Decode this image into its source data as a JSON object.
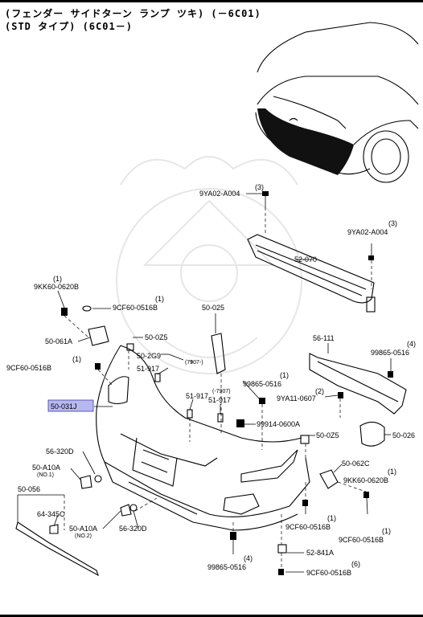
{
  "header": {
    "line1": "(フェンダー サイドターン ランプ ツキ) (－6C01)",
    "line2": "(STD タイプ) (6C01－)"
  },
  "parts": {
    "p9ya02_a004_top": "9YA02-A004",
    "p9ya02_a004_top_qty": "(3)",
    "p9ya02_a004_right": "9YA02-A004",
    "p9ya02_a004_right_qty": "(3)",
    "p52_070": "52-070",
    "p9kk60_0620b": "9KK60-0620B",
    "p9kk60_0620b_qty": "(1)",
    "p9cf60_0516b_a": "9CF60-0516B",
    "p9cf60_0516b_a_qty": "(1)",
    "p50_025": "50-025",
    "p50_061a": "50-061A",
    "p50_0z5_a": "50-0Z5",
    "p9cf60_0516b_b": "9CF60-0516B",
    "p9cf60_0516b_b_qty": "(1)",
    "p50_2g9": "50-2G9",
    "p7907_a": "(7907-)",
    "p51_917_a": "51-917",
    "p56_111": "56-111",
    "p99865_0516_a": "99865-0516",
    "p99865_0516_a_qty": "(4)",
    "p99865_0516_b": "99865-0516",
    "p99865_0516_b_qty": "(1)",
    "p51_917_b": "51-917",
    "p7907_b": "(-7907)",
    "p51_917_c": "51-917",
    "p9ya11_0607": "9YA11-0607",
    "p9ya11_0607_qty": "(2)",
    "p50_031j": "50-031J",
    "p99914_0600a": "99914-0600A",
    "p56_320d_a": "56-320D",
    "p50_0z5_b": "50-0Z5",
    "p50_026": "50-026",
    "p50_a10a_a": "50-A10A",
    "p50_a10a_a_note": "(NO.1)",
    "p50_062c": "50-062C",
    "p9kk60_0620b_b": "9KK60-0620B",
    "p9kk60_0620b_b_qty": "(1)",
    "p50_056": "50-056",
    "p64_345c": "64-345C",
    "p50_a10a_b": "50-A10A",
    "p50_a10a_b_note": "(NO.2)",
    "p56_320d_b": "56-320D",
    "p9cf60_0516b_c": "9CF60-0516B",
    "p9cf60_0516b_c_qty": "(1)",
    "p9cf60_0516b_d": "9CF60-0516B",
    "p9cf60_0516b_d_qty": "(1)",
    "p52_841a": "52-841A",
    "p99865_0516_c": "99865-0516",
    "p99865_0516_c_qty": "(4)",
    "p9cf60_0516b_e": "9CF60-0516B",
    "p9cf60_0516b_e_qty": "(6)"
  },
  "colors": {
    "highlight_fill": "#b8b8f0",
    "highlight_stroke": "#3a3ab0",
    "watermark": "#e6e6e6"
  },
  "icons": {
    "watermark": "samurai-helmet-watermark"
  }
}
